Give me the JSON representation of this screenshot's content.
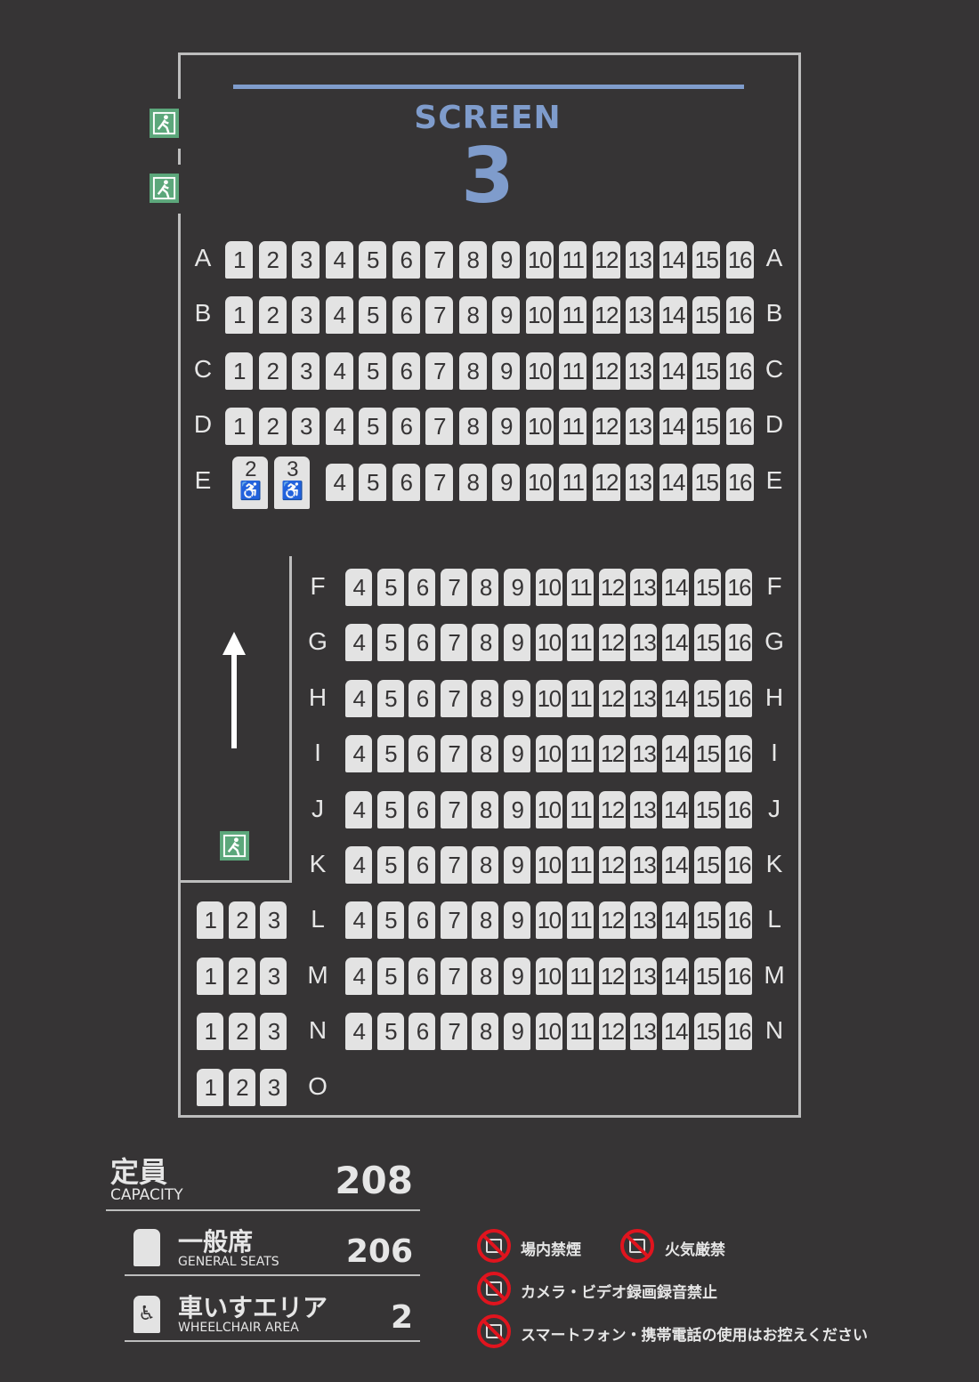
{
  "screen": {
    "label": "SCREEN",
    "number": "3"
  },
  "colors": {
    "background": "#363435",
    "seat": "#e3e3e3",
    "screen": "#7f9ccc",
    "exit": "#5ca77b",
    "ban": "#e0141e"
  },
  "icons": {
    "exit": "emergency-exit-icon",
    "arrow": "arrow-up-icon",
    "wheelchair": "wheelchair-icon"
  },
  "upper_rows": [
    {
      "row": "A",
      "seats": [
        "1",
        "2",
        "3",
        "4",
        "5",
        "6",
        "7",
        "8",
        "9",
        "10",
        "11",
        "12",
        "13",
        "14",
        "15",
        "16"
      ]
    },
    {
      "row": "B",
      "seats": [
        "1",
        "2",
        "3",
        "4",
        "5",
        "6",
        "7",
        "8",
        "9",
        "10",
        "11",
        "12",
        "13",
        "14",
        "15",
        "16"
      ]
    },
    {
      "row": "C",
      "seats": [
        "1",
        "2",
        "3",
        "4",
        "5",
        "6",
        "7",
        "8",
        "9",
        "10",
        "11",
        "12",
        "13",
        "14",
        "15",
        "16"
      ]
    },
    {
      "row": "D",
      "seats": [
        "1",
        "2",
        "3",
        "4",
        "5",
        "6",
        "7",
        "8",
        "9",
        "10",
        "11",
        "12",
        "13",
        "14",
        "15",
        "16"
      ]
    }
  ],
  "row_e": {
    "row": "E",
    "wheelchair_seats": [
      "2",
      "3"
    ],
    "seats": [
      "4",
      "5",
      "6",
      "7",
      "8",
      "9",
      "10",
      "11",
      "12",
      "13",
      "14",
      "15",
      "16"
    ]
  },
  "lower_rows": [
    {
      "row": "F",
      "seats": [
        "4",
        "5",
        "6",
        "7",
        "8",
        "9",
        "10",
        "11",
        "12",
        "13",
        "14",
        "15",
        "16"
      ]
    },
    {
      "row": "G",
      "seats": [
        "4",
        "5",
        "6",
        "7",
        "8",
        "9",
        "10",
        "11",
        "12",
        "13",
        "14",
        "15",
        "16"
      ]
    },
    {
      "row": "H",
      "seats": [
        "4",
        "5",
        "6",
        "7",
        "8",
        "9",
        "10",
        "11",
        "12",
        "13",
        "14",
        "15",
        "16"
      ]
    },
    {
      "row": "I",
      "seats": [
        "4",
        "5",
        "6",
        "7",
        "8",
        "9",
        "10",
        "11",
        "12",
        "13",
        "14",
        "15",
        "16"
      ]
    },
    {
      "row": "J",
      "seats": [
        "4",
        "5",
        "6",
        "7",
        "8",
        "9",
        "10",
        "11",
        "12",
        "13",
        "14",
        "15",
        "16"
      ]
    },
    {
      "row": "K",
      "seats": [
        "4",
        "5",
        "6",
        "7",
        "8",
        "9",
        "10",
        "11",
        "12",
        "13",
        "14",
        "15",
        "16"
      ]
    },
    {
      "row": "L",
      "left": [
        "1",
        "2",
        "3"
      ],
      "seats": [
        "4",
        "5",
        "6",
        "7",
        "8",
        "9",
        "10",
        "11",
        "12",
        "13",
        "14",
        "15",
        "16"
      ]
    },
    {
      "row": "M",
      "left": [
        "1",
        "2",
        "3"
      ],
      "seats": [
        "4",
        "5",
        "6",
        "7",
        "8",
        "9",
        "10",
        "11",
        "12",
        "13",
        "14",
        "15",
        "16"
      ]
    },
    {
      "row": "N",
      "left": [
        "1",
        "2",
        "3"
      ],
      "seats": [
        "4",
        "5",
        "6",
        "7",
        "8",
        "9",
        "10",
        "11",
        "12",
        "13",
        "14",
        "15",
        "16"
      ]
    },
    {
      "row": "O",
      "left": [
        "1",
        "2",
        "3"
      ],
      "seats": [],
      "no_right_label": true
    }
  ],
  "summary": {
    "capacity": {
      "ja": "定員",
      "en": "CAPACITY",
      "value": "208"
    },
    "general": {
      "ja": "一般席",
      "en": "GENERAL SEATS",
      "value": "206"
    },
    "wheelchair": {
      "ja": "車いすエリア",
      "en": "WHEELCHAIR AREA",
      "value": "2"
    }
  },
  "rules": [
    {
      "icon": "no-smoking-icon",
      "text": "場内禁煙"
    },
    {
      "icon": "no-fire-icon",
      "text": "火気厳禁"
    },
    {
      "icon": "no-camera-icon",
      "text": "カメラ・ビデオ録画録音禁止"
    },
    {
      "icon": "no-phone-icon",
      "text": "スマートフォン・携帯電話の使用はお控えください"
    }
  ]
}
